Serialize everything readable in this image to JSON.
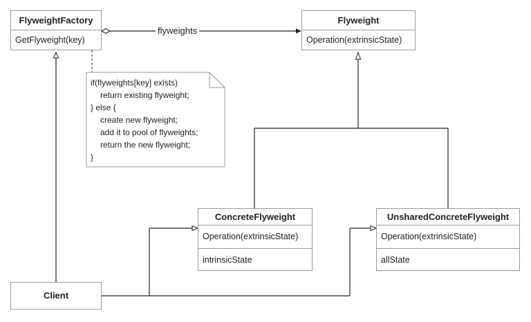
{
  "classes": {
    "factory": {
      "name": "FlyweightFactory",
      "methods": [
        "GetFlyweight(key)"
      ]
    },
    "flyweight": {
      "name": "Flyweight",
      "methods": [
        "Operation(extrinsicState)"
      ]
    },
    "concrete": {
      "name": "ConcreteFlyweight",
      "methods": [
        "Operation(extrinsicState)"
      ],
      "attributes": [
        "intrinsicState"
      ]
    },
    "unshared": {
      "name": "UnsharedConcreteFlyweight",
      "methods": [
        "Operation(extrinsicState)"
      ],
      "attributes": [
        "allState"
      ]
    },
    "client": {
      "name": "Client"
    }
  },
  "association_label": "flyweights",
  "note": {
    "lines": [
      "if(flyweights[key] exists)",
      "return existing flyweight;",
      "} else {",
      "create new flyweight;",
      "add it to pool of flyweights;",
      "return the new flyweight;",
      "}"
    ]
  }
}
